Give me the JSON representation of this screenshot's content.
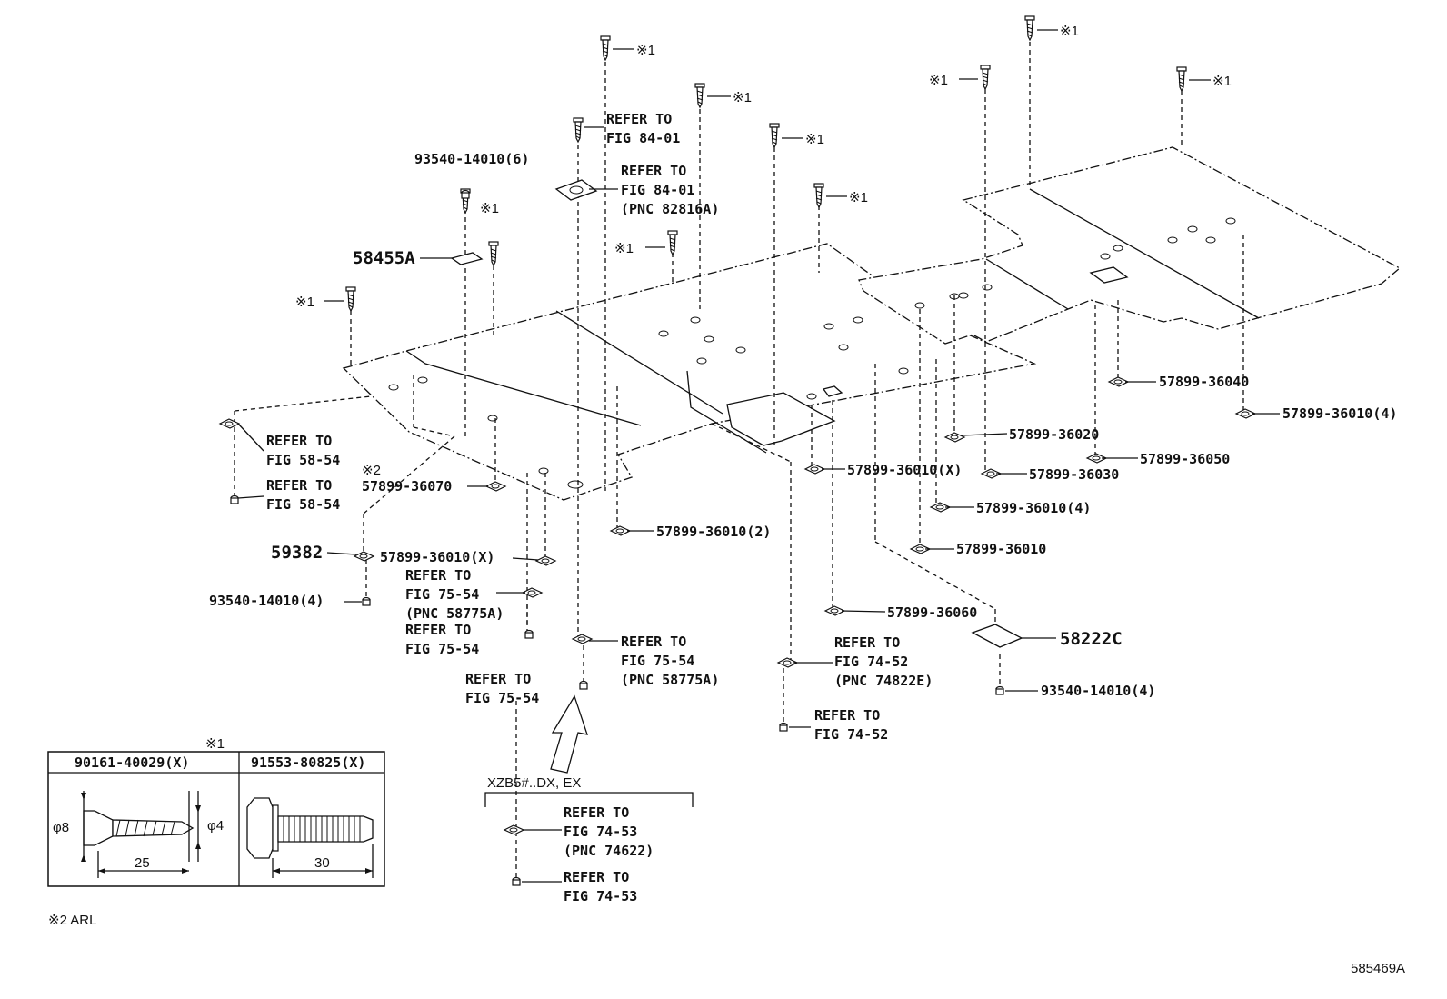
{
  "mark1": "※1",
  "mark2": "※2",
  "labels": {
    "refer_8401_a": [
      "REFER TO",
      "FIG 84-01"
    ],
    "refer_8401_b": [
      "REFER TO",
      "FIG 84-01",
      "(PNC 82816A)"
    ],
    "p93540_6": "93540-14010(6)",
    "p58455a": "58455A",
    "refer_5854_a": [
      "REFER TO",
      "FIG 58-54"
    ],
    "refer_5854_b": [
      "REFER TO",
      "FIG 58-54"
    ],
    "p57899_36070": "57899-36070",
    "p59382": "59382",
    "p57899_36010_x_left": "57899-36010(X)",
    "p93540_4_left": "93540-14010(4)",
    "refer_7554_a": [
      "REFER TO",
      "FIG 75-54",
      "(PNC 58775A)"
    ],
    "refer_7554_b": [
      "REFER TO",
      "FIG 75-54"
    ],
    "refer_7554_c": [
      "REFER TO",
      "FIG 75-54",
      "(PNC 58775A)"
    ],
    "refer_7554_d": [
      "REFER TO",
      "FIG 75-54"
    ],
    "p57899_36010_2": "57899-36010(2)",
    "p57899_36010_x_mid": "57899-36010(X)",
    "p57899_36030": "57899-36030",
    "p57899_36020": "57899-36020",
    "p57899_36050": "57899-36050",
    "p57899_36040": "57899-36040",
    "p57899_36010_4_right": "57899-36010(4)",
    "p57899_36010_4_mid": "57899-36010(4)",
    "p57899_36010": "57899-36010",
    "p57899_36060": "57899-36060",
    "p58222c": "58222C",
    "p93540_4_right": "93540-14010(4)",
    "refer_7452_a": [
      "REFER TO",
      "FIG 74-52",
      "(PNC 74822E)"
    ],
    "refer_7452_b": [
      "REFER TO",
      "FIG 74-52"
    ],
    "variant": "XZB5#..DX, EX",
    "refer_7453_a": [
      "REFER TO",
      "FIG 74-53",
      "(PNC 74622)"
    ],
    "refer_7453_b": [
      "REFER TO",
      "FIG 74-53"
    ]
  },
  "detail_box": {
    "mark": "※1",
    "left_part": "90161-40029(X)",
    "right_part": "91553-80825(X)",
    "dim_d8": "φ8",
    "dim_d4": "φ4",
    "dim_25": "25",
    "dim_30": "30"
  },
  "footnote": "※2 ARL",
  "figure_id": "585469A"
}
